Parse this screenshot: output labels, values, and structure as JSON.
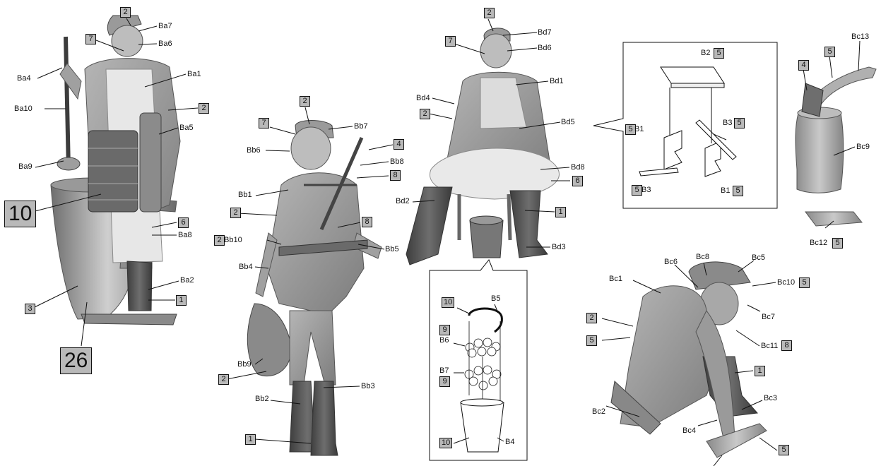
{
  "colors": {
    "background": "#ffffff",
    "line": "#111111",
    "num_box": "#b9b9b9",
    "figure_fill": "#9a9a9a",
    "figure_dark": "#5a5a5a",
    "apron": "#e9e9e9"
  },
  "figures": [
    {
      "name": "cook-with-ladle",
      "labels": [
        "Ba7",
        "Ba6",
        "Ba4",
        "Ba1",
        "Ba10",
        "Ba5",
        "Ba9",
        "Ba8",
        "Ba2"
      ],
      "color_refs": [
        "2",
        "7",
        "2",
        "10",
        "6",
        "3",
        "1",
        "26"
      ]
    },
    {
      "name": "standing-soldier",
      "labels": [
        "Bb7",
        "Bb6",
        "Bb8",
        "Bb1",
        "Bb10",
        "Bb5",
        "Bb4",
        "Bb9",
        "Bb3",
        "Bb2"
      ],
      "color_refs": [
        "2",
        "7",
        "4",
        "8",
        "2",
        "8",
        "2",
        "2",
        "1"
      ]
    },
    {
      "name": "seated-cook",
      "labels": [
        "Bd7",
        "Bd6",
        "Bd1",
        "Bd4",
        "Bd5",
        "Bd8",
        "Bd2",
        "Bd3"
      ],
      "color_refs": [
        "2",
        "7",
        "2",
        "6",
        "1"
      ]
    },
    {
      "name": "bench-detail",
      "labels": [
        "B2",
        "B1",
        "B3",
        "B3",
        "B1"
      ],
      "color_refs": [
        "5",
        "5",
        "5",
        "5",
        "5"
      ]
    },
    {
      "name": "axe-block",
      "labels": [
        "Bc13",
        "Bc9",
        "Bc12"
      ],
      "color_refs": [
        "5",
        "4",
        "5"
      ]
    },
    {
      "name": "kneeling-soldier",
      "labels": [
        "Bc8",
        "Bc6",
        "Bc5",
        "Bc1",
        "Bc10",
        "Bc7",
        "Bc11",
        "Bc3",
        "Bc2",
        "Bc4"
      ],
      "color_refs": [
        "5",
        "2",
        "8",
        "5",
        "1",
        "5"
      ]
    },
    {
      "name": "bucket-detail",
      "labels": [
        "B5",
        "B6",
        "B7",
        "B4"
      ],
      "color_refs": [
        "10",
        "9",
        "9",
        "10"
      ]
    }
  ]
}
